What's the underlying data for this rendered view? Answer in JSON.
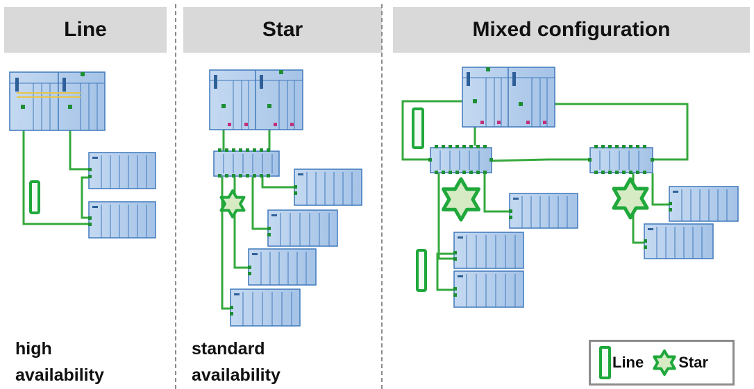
{
  "sections": {
    "line": {
      "title": "Line",
      "caption_line1": "high",
      "caption_line2": "availability"
    },
    "star": {
      "title": "Star",
      "caption_line1": "standard",
      "caption_line2": "availability"
    },
    "mixed": {
      "title": "Mixed configuration"
    }
  },
  "legend": {
    "line_label": "Line",
    "star_label": "Star"
  },
  "colors": {
    "header_bg": "#d9d9d9",
    "link_green": "#34a83c",
    "device_blue": "#a9c6e8",
    "device_border": "#3f78bb",
    "symbol_fill": "#d6ebc4",
    "divider": "#8c8c8c"
  },
  "icons": [
    "line-topology-icon",
    "star-topology-icon",
    "controller-rack-icon",
    "io-station-icon",
    "switch-icon"
  ]
}
